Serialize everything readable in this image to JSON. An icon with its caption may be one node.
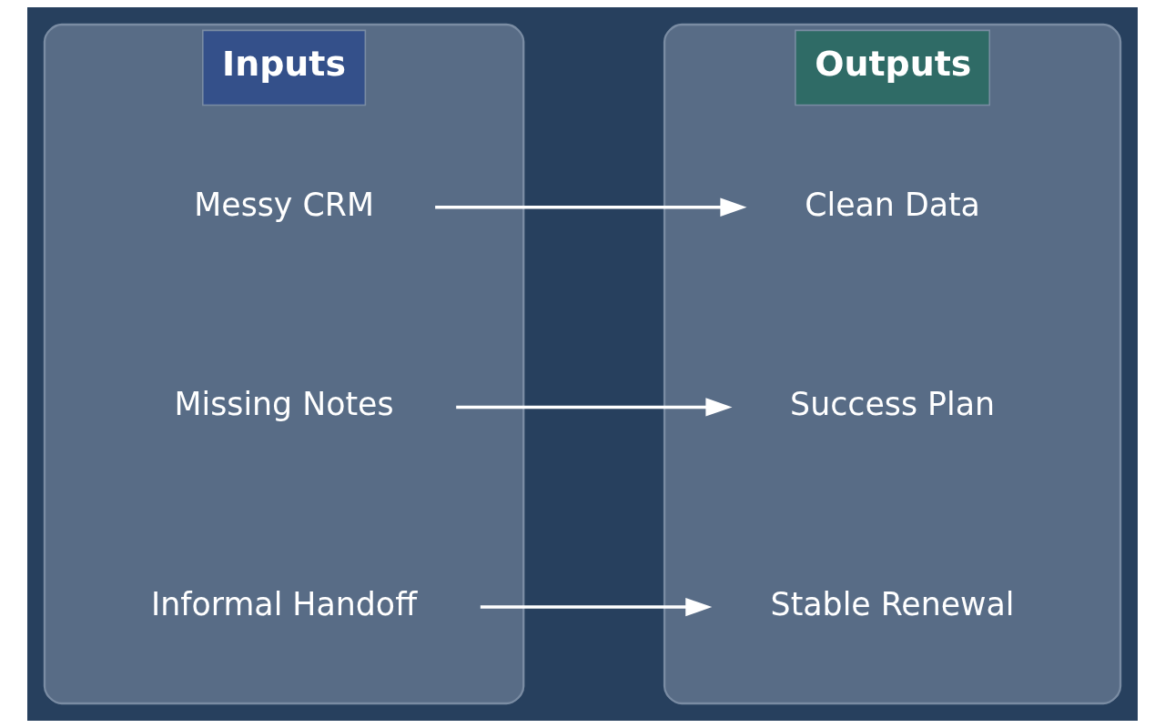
{
  "diagram": {
    "nodes": [
      {
        "text": [
          "Inputs"
        ]
      },
      {
        "text": [
          "Messy CRM"
        ],
        "in": 0
      },
      {
        "text": [
          "Missing Notes"
        ],
        "in": 0
      },
      {
        "text": [
          "Informal Handoff"
        ],
        "in": 0
      },
      {
        "text": [
          "Outputs"
        ]
      },
      {
        "text": [
          "Clean Data"
        ],
        "in": 4
      },
      {
        "text": [
          "Success Plan"
        ],
        "in": 4
      },
      {
        "text": [
          "Stable Renewal"
        ],
        "in": 4
      }
    ],
    "edges": [
      {
        "from": 1,
        "to": 5,
        "arrow": "to"
      },
      {
        "from": 2,
        "to": 6,
        "arrow": "to"
      },
      {
        "from": 3,
        "to": 7,
        "arrow": "to"
      }
    ]
  }
}
